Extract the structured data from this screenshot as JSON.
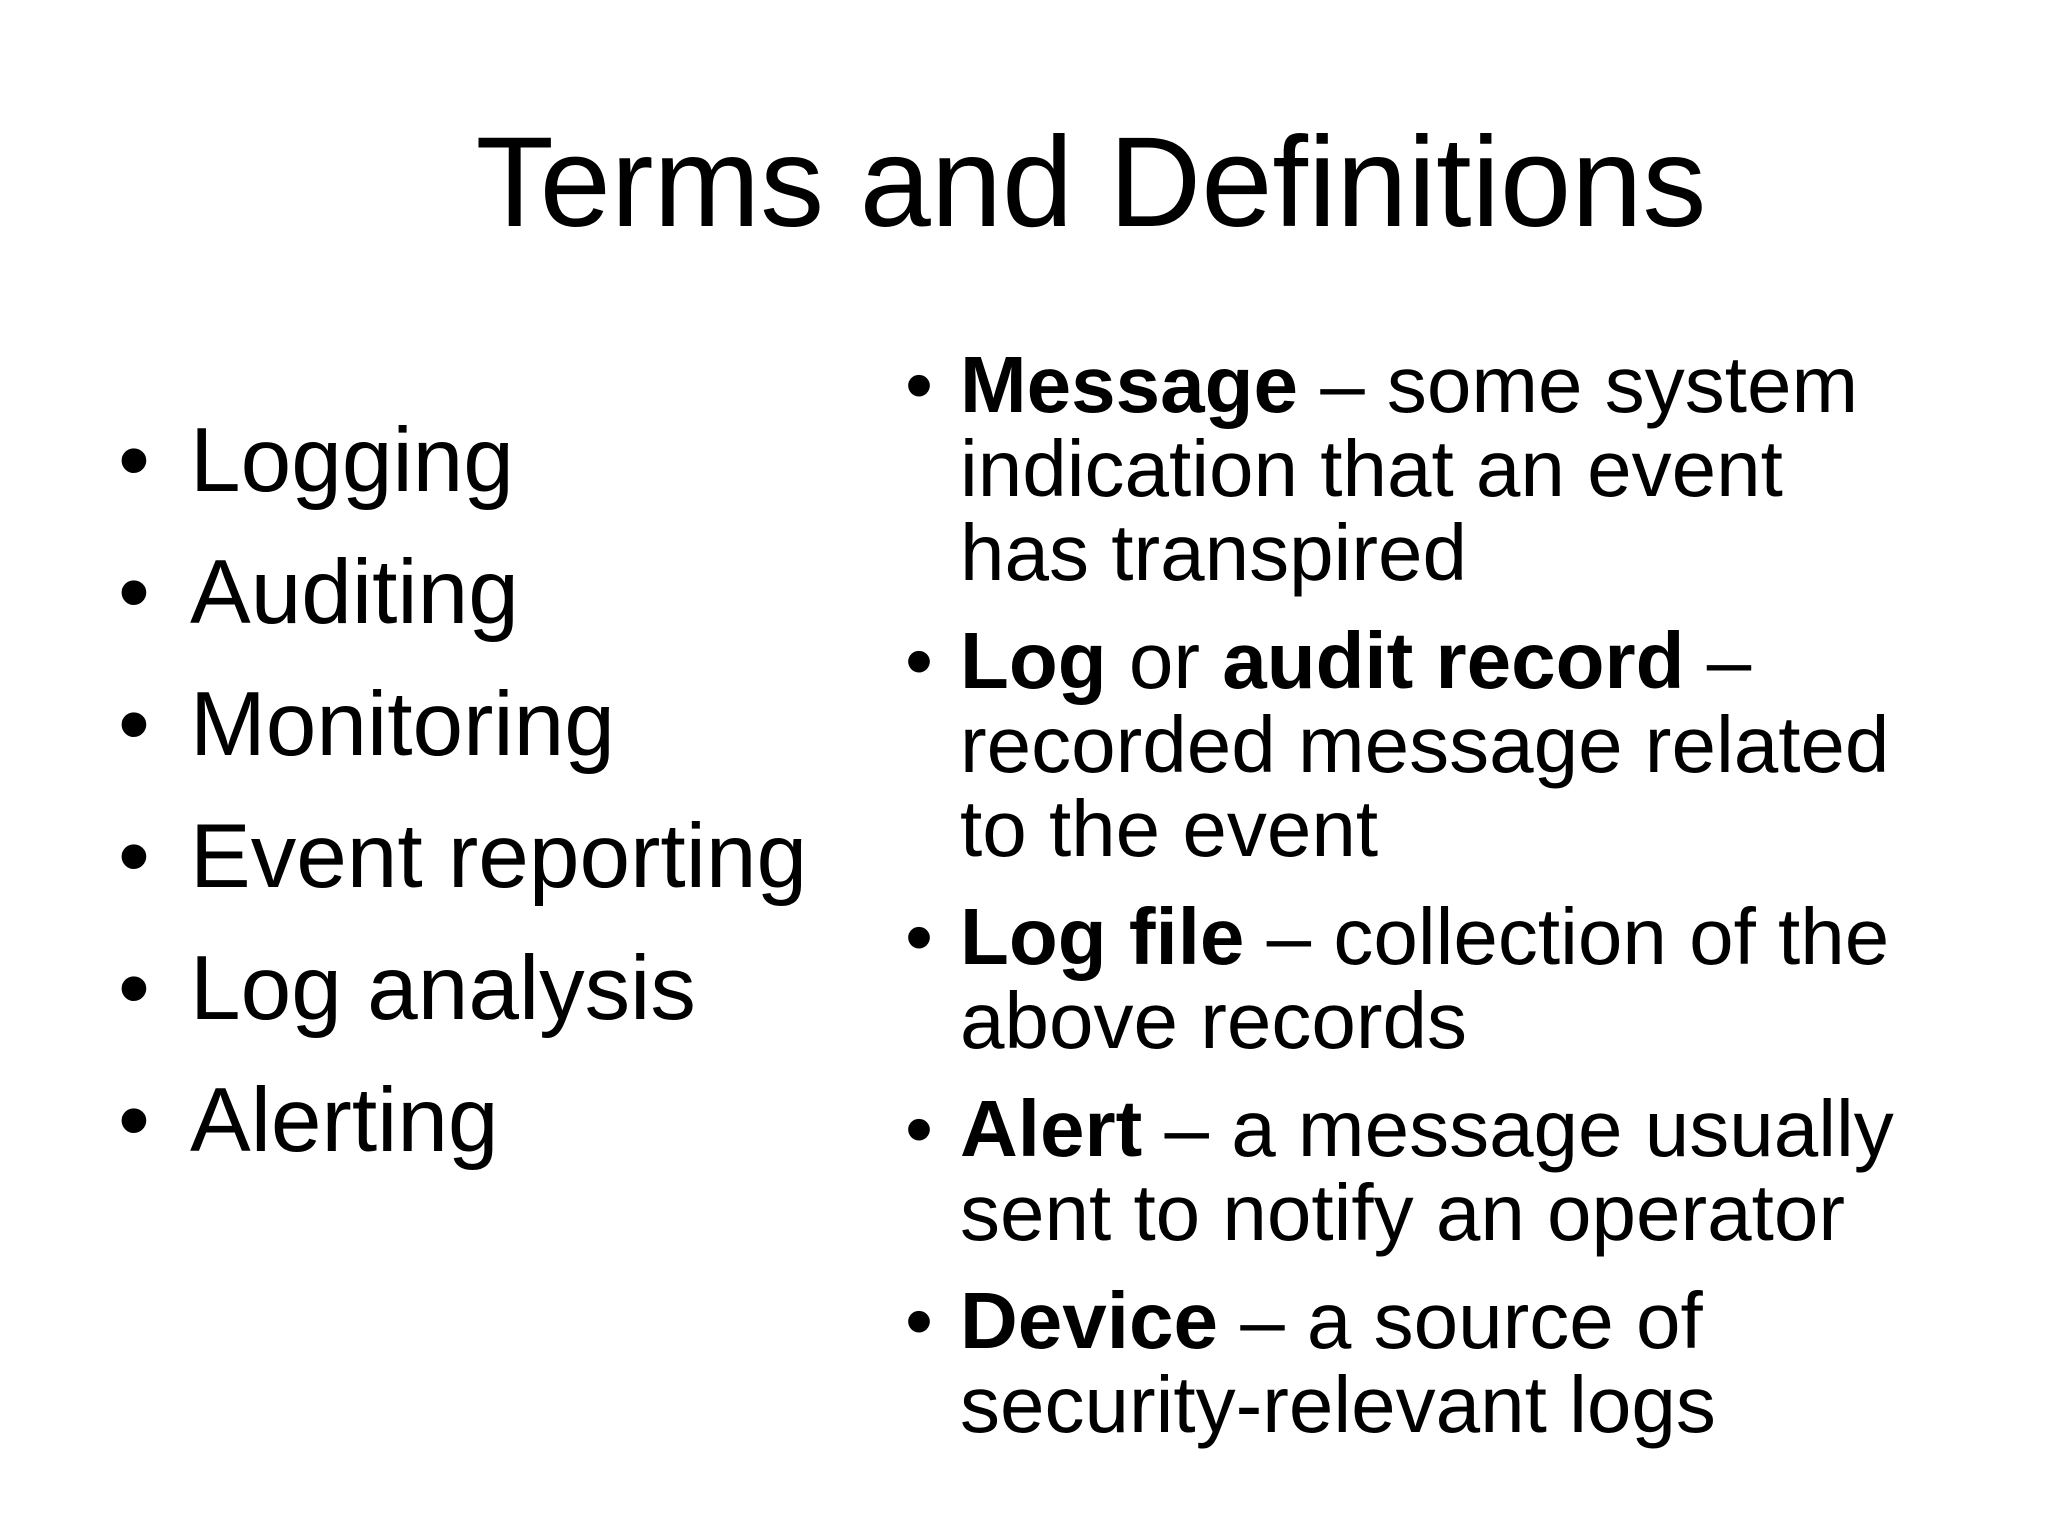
{
  "slide": {
    "title": "Terms and Definitions",
    "bullet_char": "•",
    "text_color": "#000000",
    "background_color": "#ffffff",
    "left_bullets": [
      "Logging",
      "Auditing",
      "Monitoring",
      "Event reporting",
      "Log analysis",
      "Alerting"
    ],
    "right_bullets": [
      {
        "term": "Message",
        "rest": " – some system indication that an event has transpired"
      },
      {
        "term": "Log",
        "mid": " or ",
        "term2": "audit record",
        "rest": " – recorded message related to the event"
      },
      {
        "term": "Log file",
        "rest": " – collection of the above records"
      },
      {
        "term": "Alert",
        "rest": " – a message usually sent to notify an operator"
      },
      {
        "term": "Device",
        "rest": " – a source of security-relevant logs"
      }
    ]
  }
}
